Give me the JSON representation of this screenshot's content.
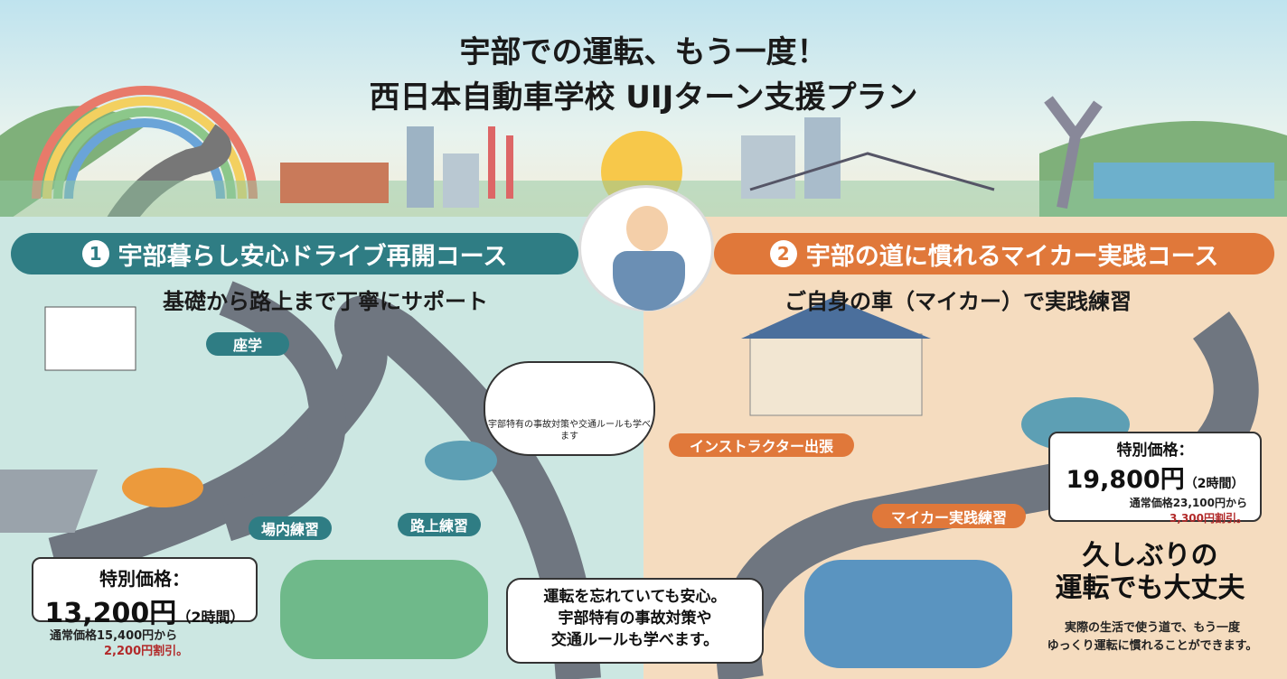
{
  "header": {
    "title_line1": "宇部での運転、もう一度！",
    "title_line2": "西日本自動車学校 UIJターン支援プラン"
  },
  "course1": {
    "number": "1",
    "title": "宇部暮らし安心ドライブ再開コース",
    "subtitle": "基礎から路上まで丁寧にサポート",
    "labels": {
      "classroom": "座学",
      "course_practice": "場内練習",
      "road_practice": "路上練習"
    },
    "thought_bubble": "宇部特有の事故対策や交通ルールも学べます",
    "price": {
      "heading": "特別価格：",
      "amount": "13,200円",
      "duration": "（2時間）",
      "regular": "通常価格15,400円から",
      "discount": "2,200円割引。"
    },
    "speech": [
      "運転を忘れていても安心。",
      "宇部特有の事故対策や",
      "交通ルールも学べます。"
    ]
  },
  "course2": {
    "number": "2",
    "title": "宇部の道に慣れるマイカー実践コース",
    "subtitle": "ご自身の車（マイカー）で実践練習",
    "labels": {
      "dispatch": "インストラクター出張",
      "mycar_practice": "マイカー実践練習"
    },
    "price": {
      "heading": "特別価格：",
      "amount": "19,800円",
      "duration": "（2時間）",
      "regular": "通常価格23,100円から",
      "discount": "3,300円割引。"
    },
    "headline": [
      "久しぶりの",
      "運転でも大丈夫"
    ],
    "description": [
      "実際の生活で使う道で、もう一度",
      "ゆっくり運転に慣れることができます。"
    ]
  },
  "colors": {
    "teal": "#2f7d84",
    "orange": "#e0783a",
    "discount_red": "#b22a2a"
  }
}
